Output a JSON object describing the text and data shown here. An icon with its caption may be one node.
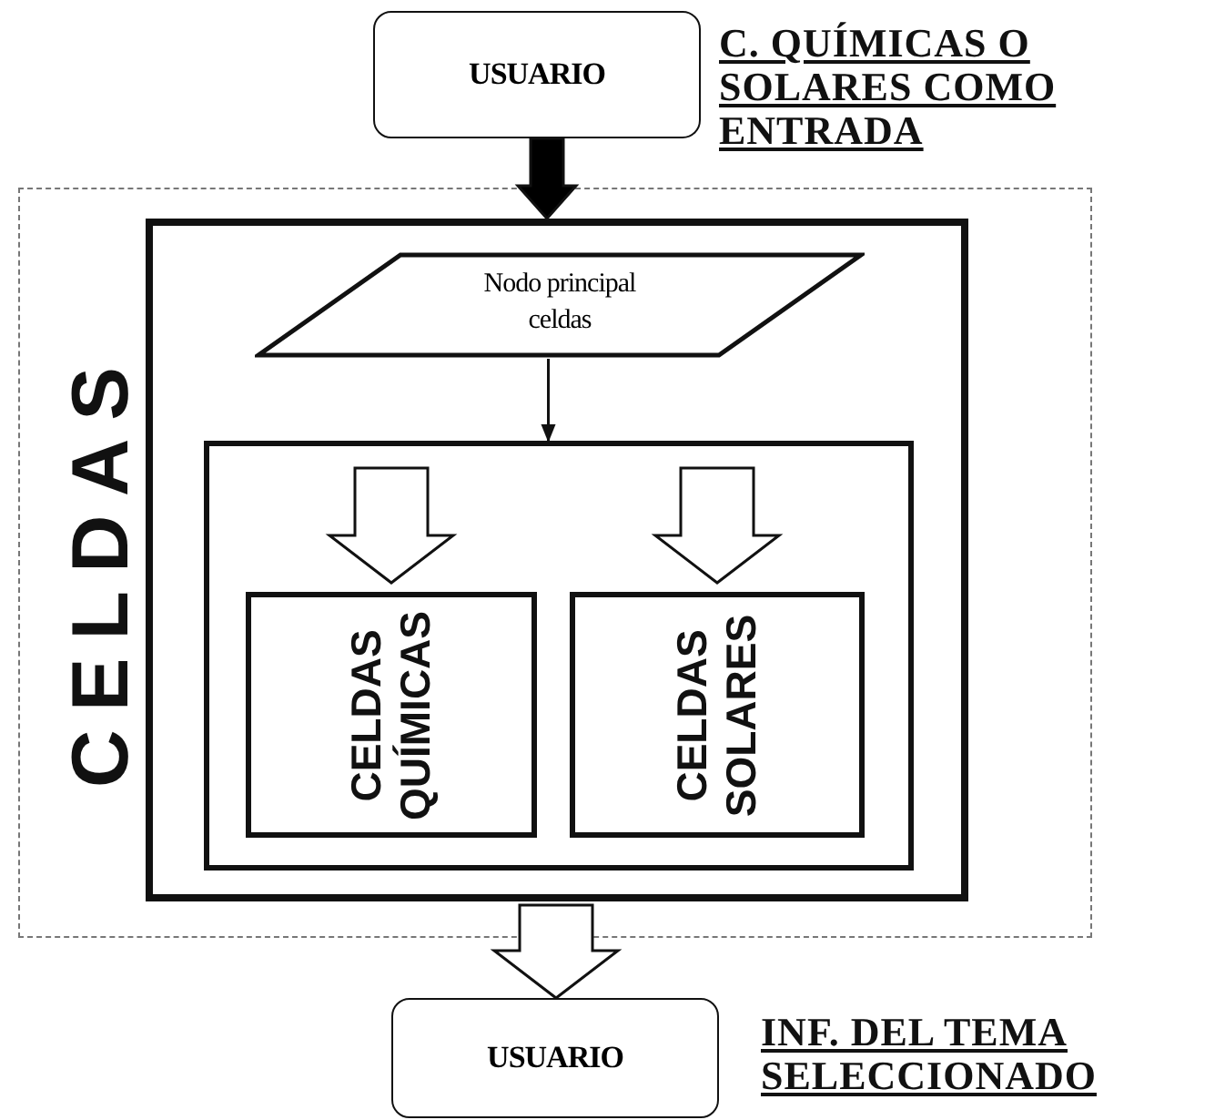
{
  "diagram": {
    "nodes": [
      {
        "text": [
          "USUARIO"
        ],
        "beside": [
          "C. QUÍMICAS O SOLARES COMO ENTRADA"
        ]
      },
      {
        "text": [
          "CELDAS"
        ]
      },
      {
        "text": [],
        "shape": "box",
        "in": 1
      },
      {
        "text": [
          "Nodo principal celdas"
        ],
        "in": 2
      },
      {
        "text": [],
        "shape": "box",
        "in": 2
      },
      {
        "text": [
          "CELDAS QUÍMICAS"
        ],
        "in": 4
      },
      {
        "text": [
          "CELDAS SOLARES"
        ],
        "in": 4
      },
      {
        "text": [
          "USUARIO"
        ],
        "beside": [
          "INF. DEL TEMA SELECCIONADO"
        ]
      }
    ],
    "edges": [
      {
        "from": 0,
        "to": 2,
        "arrow": "to",
        "style": "thick",
        "color": "#000000"
      },
      {
        "from": 3,
        "to": 4,
        "arrow": "to"
      },
      {
        "from": null,
        "to": 5,
        "arrow": "to",
        "style": "thick"
      },
      {
        "from": null,
        "to": 6,
        "arrow": "to",
        "style": "thick"
      },
      {
        "from": 2,
        "to": 7,
        "arrow": "to",
        "style": "thick"
      }
    ]
  }
}
